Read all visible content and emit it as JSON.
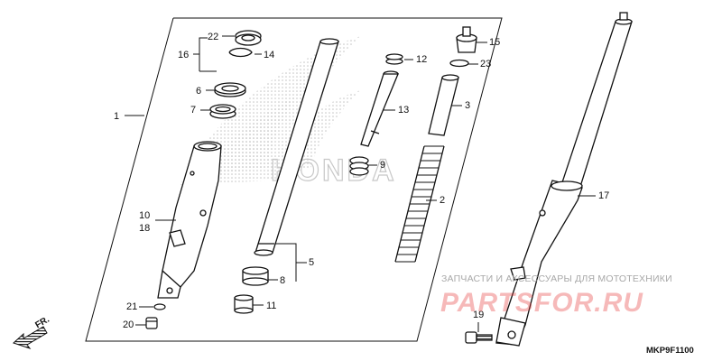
{
  "callouts": [
    {
      "id": "22",
      "label": "22"
    },
    {
      "id": "16",
      "label": "16"
    },
    {
      "id": "14",
      "label": "14"
    },
    {
      "id": "6",
      "label": "6"
    },
    {
      "id": "7",
      "label": "7"
    },
    {
      "id": "1",
      "label": "1"
    },
    {
      "id": "10",
      "label": "10"
    },
    {
      "id": "18",
      "label": "18"
    },
    {
      "id": "21",
      "label": "21"
    },
    {
      "id": "20",
      "label": "20"
    },
    {
      "id": "5",
      "label": "5"
    },
    {
      "id": "8",
      "label": "8"
    },
    {
      "id": "11",
      "label": "11"
    },
    {
      "id": "12",
      "label": "12"
    },
    {
      "id": "13",
      "label": "13"
    },
    {
      "id": "9",
      "label": "9"
    },
    {
      "id": "3",
      "label": "3"
    },
    {
      "id": "2",
      "label": "2"
    },
    {
      "id": "15",
      "label": "15"
    },
    {
      "id": "23",
      "label": "23"
    },
    {
      "id": "17",
      "label": "17"
    },
    {
      "id": "19",
      "label": "19"
    }
  ],
  "direction_label": "FR.",
  "diagram_code": "MKP9F1100",
  "watermark": {
    "text": "ЗАПЧАСТИ И АКСЕССУАРЫ ДЛЯ МОТОТЕХНИКИ",
    "logo_text": "PARTSFOR.RU"
  },
  "brand_emblem_text": "HONDA",
  "colors": {
    "line": "#111111",
    "emblem": "#c8c8c8",
    "watermark_red": "#e63a3a"
  }
}
